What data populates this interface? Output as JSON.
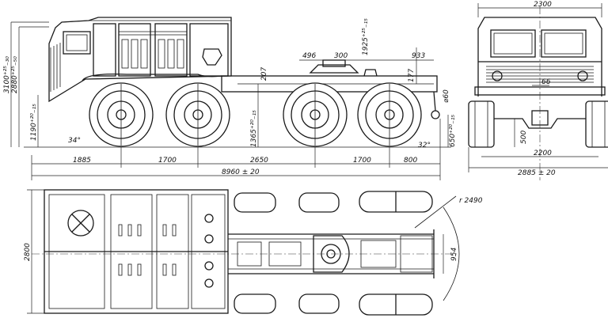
{
  "side_view": {
    "axle_spacings": [
      "1885",
      "1700",
      "2650",
      "1700",
      "800"
    ],
    "overall_length": "8960 ± 20",
    "height_cab": "3100⁺²⁵₋₃₀",
    "height_body": "2880⁺²⁵₋₅₀",
    "height_fifth_wheel": "1190⁺²⁰₋₁₅",
    "height_frame": "1365⁺²⁰₋₁₅",
    "height_rear": "650⁺²⁰₋₁₅",
    "dim_207": "207",
    "dim_496": "496",
    "dim_300": "300",
    "dim_933": "933",
    "dim_1925": "1925⁺²⁵₋₁₅",
    "dim_177": "177",
    "dim_phi60": "⌀60",
    "angle_front": "34°",
    "angle_rear": "32°"
  },
  "front_view": {
    "width_top": "2300",
    "track": "2200",
    "overall_width": "2885 ± 20",
    "dim_66": "66",
    "dim_500": "500"
  },
  "plan_view": {
    "width": "2800",
    "radius": "r 2490",
    "dim_954": "954"
  }
}
